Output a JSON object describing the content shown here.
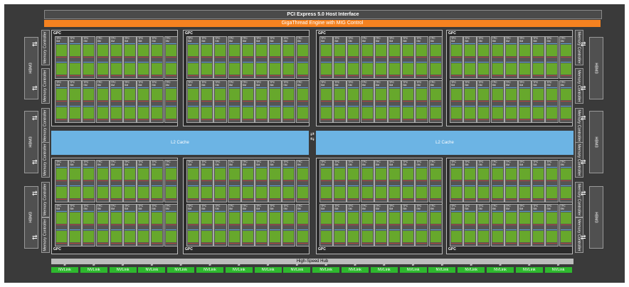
{
  "pcie_label": "PCI Express 5.0 Host Interface",
  "gigathread_label": "GigaThread Engine with MIG Control",
  "memory_controller_label": "Memory Controller",
  "hbm_label": "HBM3",
  "l2_label": "L2 Cache",
  "hub_label": "High-Speed Hub",
  "nvlink_label": "NVLink",
  "gpc_label": "GPC",
  "tpc_label": "TPC",
  "sm_label": "SM",
  "arrow_glyph": "⇄",
  "colors": {
    "die": "#3a3a3a",
    "gigathread": "#f58220",
    "l2_cache": "#6cb4e4",
    "nvlink": "#2eb82e",
    "sm_core": "#7fc43a"
  }
}
